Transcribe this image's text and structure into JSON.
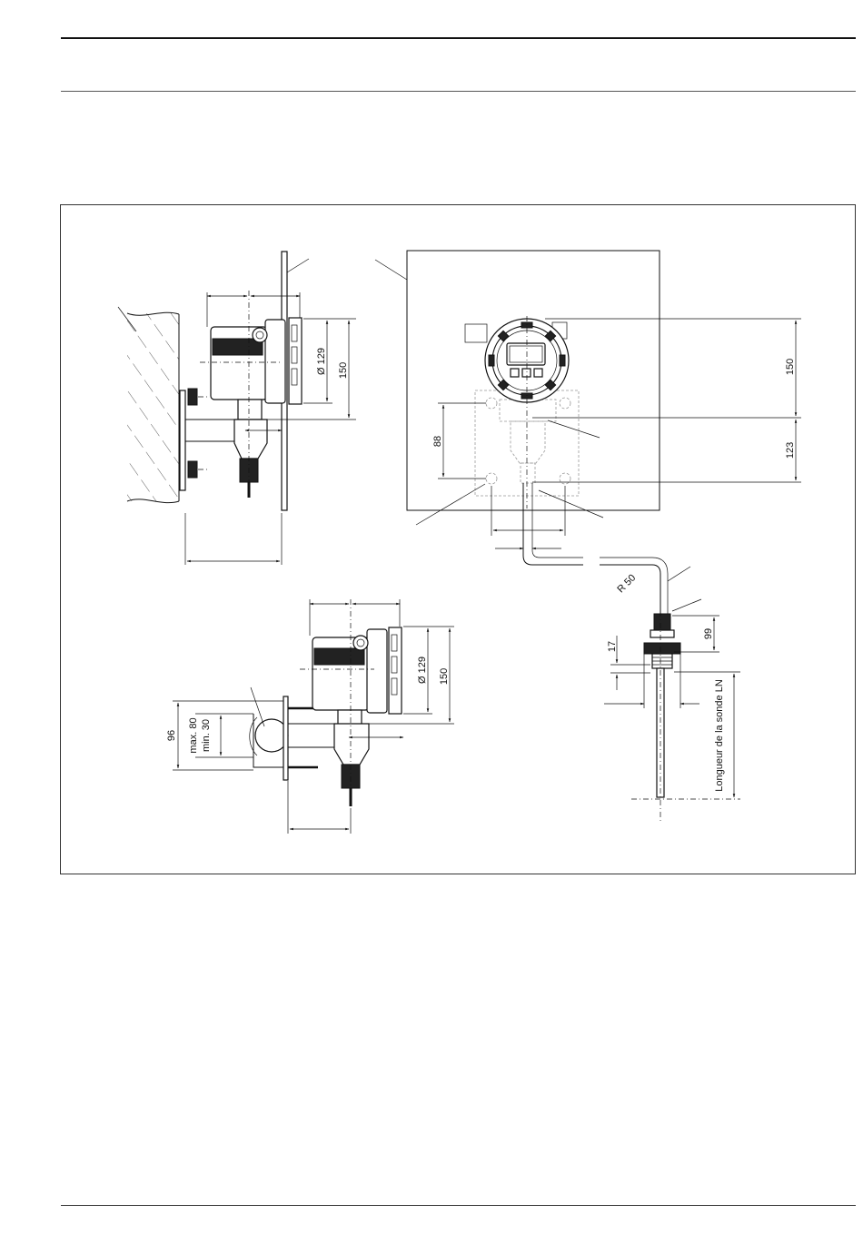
{
  "figure": {
    "dimensions": {
      "side_wall_diameter": "Ø 129",
      "side_wall_height": "150",
      "front_height_top": "150",
      "front_height_bottom": "123",
      "front_hole_spacing": "88",
      "pipe_diameter": "Ø 129",
      "pipe_height": "150",
      "pipe_clamp_total": "96",
      "pipe_range_max": "max. 80",
      "pipe_range_min": "min. 30",
      "bend_radius": "R  50",
      "probe_head_height": "99",
      "probe_thread_height": "17",
      "probe_length_label": "Longueur de la sonde LN"
    }
  }
}
